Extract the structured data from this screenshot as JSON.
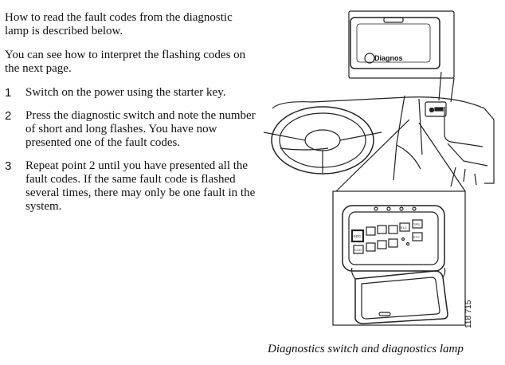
{
  "intro": [
    "How to read the fault codes from the diagnostic lamp is described below.",
    "You can see how to interpret the flashing codes on the next page."
  ],
  "steps": [
    {
      "num": "1",
      "text": "Switch on the power using the starter key."
    },
    {
      "num": "2",
      "text": "Press the diagnostic switch and note the number of short and long flashes. You have now presented one of the fault codes."
    },
    {
      "num": "3",
      "text": "Repeat point 2 until you have presented all the fault codes. If the same fault code is flashed several times, there may only be one fault in the system."
    }
  ],
  "figure": {
    "switch_label": "Diagnos",
    "lamp_labels": [
      "EDC",
      "ELC",
      "TPS",
      "ETC",
      "COO"
    ],
    "reference": "118 715",
    "caption": "Diagnostics switch and diagnostics lamp"
  }
}
